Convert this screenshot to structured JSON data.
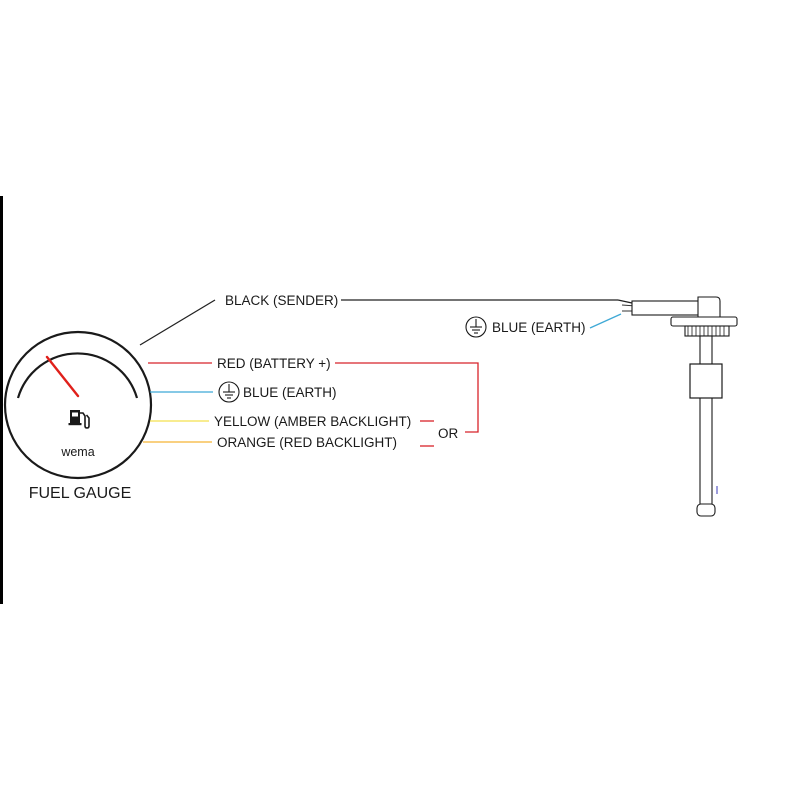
{
  "gauge": {
    "brand": "wema",
    "title": "FUEL GAUGE",
    "needle_color": "#e0201b"
  },
  "wires": {
    "black_sender": "BLACK (SENDER)",
    "red_battery": "RED (BATTERY +)",
    "blue_earth_gauge": "BLUE (EARTH)",
    "yellow_backlight": "YELLOW (AMBER BACKLIGHT)",
    "orange_backlight": "ORANGE (RED BACKLIGHT)",
    "or_label": "OR",
    "blue_earth_sender": "BLUE (EARTH)"
  },
  "colors": {
    "black": "#222222",
    "red": "#d8232a",
    "blue": "#3fa9d6",
    "yellow": "#f4e04d",
    "orange": "#f5b335"
  },
  "icons": {
    "earth": "ground-symbol-icon",
    "fuel": "fuel-pump-icon"
  }
}
